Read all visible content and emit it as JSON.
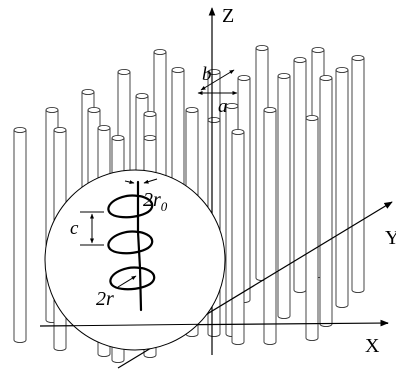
{
  "axes": {
    "z_label": "Z",
    "y_label": "Y",
    "x_label": "X"
  },
  "lattice": {
    "label_a": "a",
    "label_b": "b"
  },
  "inset": {
    "label_c": "c",
    "label_2r0": "2r",
    "label_2r0_sub": "0",
    "label_2r": "2r"
  }
}
